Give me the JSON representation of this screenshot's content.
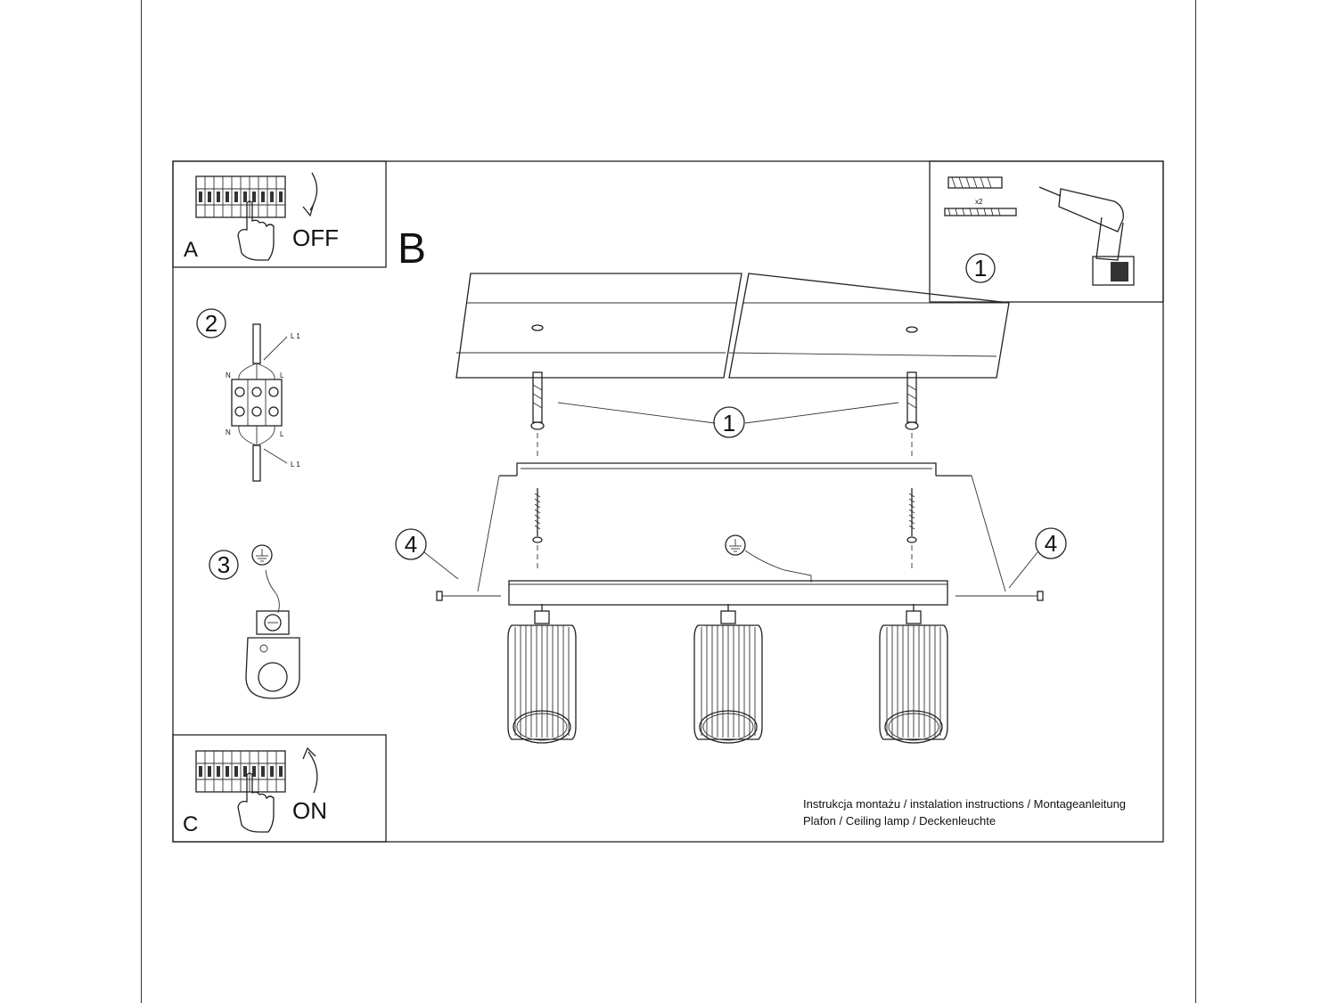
{
  "panels": {
    "a": {
      "letter": "A",
      "switch_label": "OFF"
    },
    "b": {
      "letter": "B"
    },
    "c": {
      "letter": "C",
      "switch_label": "ON"
    }
  },
  "steps": {
    "step1": "1",
    "step2": "2",
    "step3": "3",
    "step4": "4"
  },
  "tools": {
    "quantity": "x2"
  },
  "wiring": {
    "l1": "L 1",
    "n": "N",
    "l": "L"
  },
  "caption": {
    "line1": "Instrukcja montażu / instalation instructions / Montageanleitung",
    "line2": "Plafon / Ceiling lamp / Deckenleuchte"
  },
  "icons": [
    "circuit-breaker-icon",
    "hand-icon",
    "arrow-down-icon",
    "arrow-up-icon",
    "wall-plug-icon",
    "screw-icon",
    "drill-icon",
    "ground-symbol-icon",
    "terminal-block-icon",
    "ground-terminal-icon",
    "lamp-shade-icon"
  ]
}
